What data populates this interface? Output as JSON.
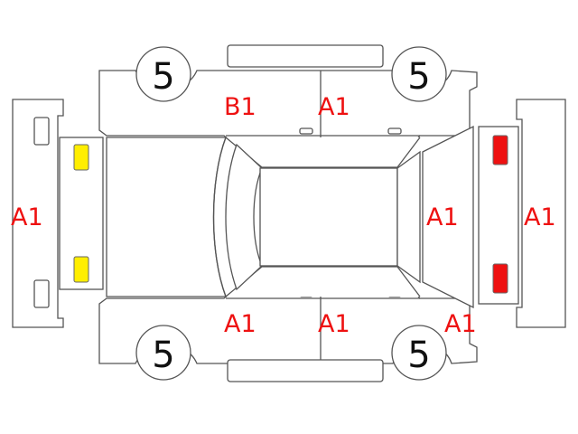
{
  "colors": {
    "code": "#ee1111",
    "lamp_front": "#ffee00",
    "lamp_rear": "#ee1111",
    "outline": "#555555"
  },
  "wheels": {
    "front_left": "5",
    "front_right": "5",
    "rear_left": "5",
    "rear_right": "5"
  },
  "codes": {
    "front_bumper": "A1",
    "roof_left": "B1",
    "roof_right": "A1",
    "door_left_lower": "A1",
    "door_right_lower": "A1",
    "rear_quarter": "A1",
    "rear_glass": "A1",
    "rear_bumper": "A1"
  }
}
